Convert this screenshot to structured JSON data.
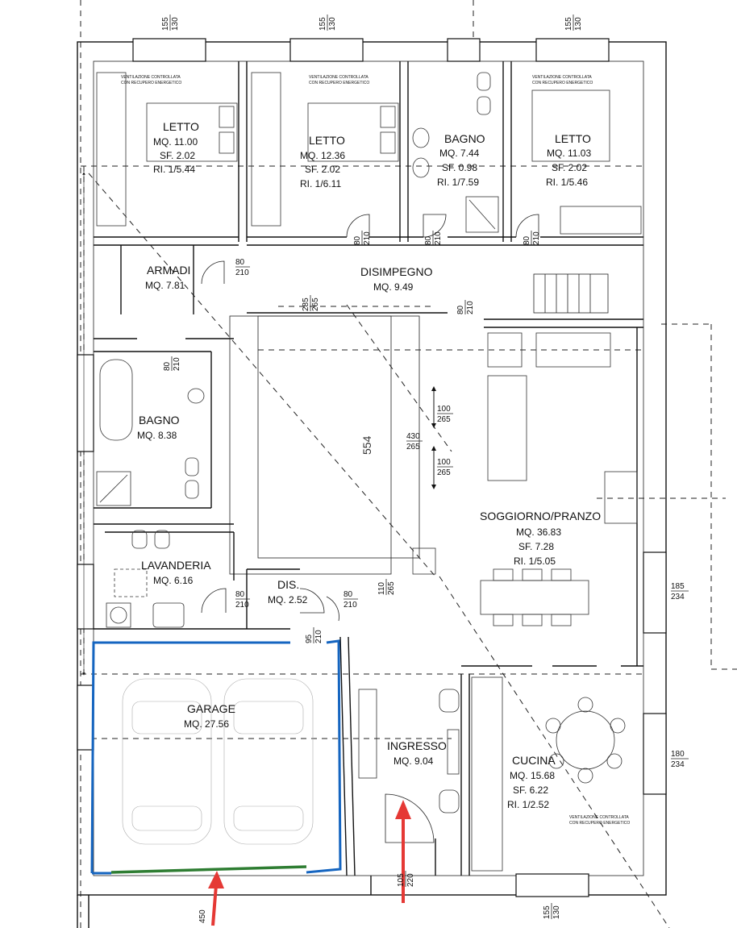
{
  "rooms": {
    "letto1": {
      "name": "LETTO",
      "mq": "MQ. 11.00",
      "sf": "SF. 2.02",
      "ri": "RI. 1/5.44"
    },
    "letto2": {
      "name": "LETTO",
      "mq": "MQ. 12.36",
      "sf": "SF. 2.02",
      "ri": "RI. 1/6.11"
    },
    "bagno1": {
      "name": "BAGNO",
      "mq": "MQ. 7.44",
      "sf": "SF. 0.98",
      "ri": "RI. 1/7.59"
    },
    "letto3": {
      "name": "LETTO",
      "mq": "MQ. 11.03",
      "sf": "SF. 2.02",
      "ri": "RI. 1/5.46"
    },
    "armadi": {
      "name": "ARMADI",
      "mq": "MQ. 7.81"
    },
    "disimpegno": {
      "name": "DISIMPEGNO",
      "mq": "MQ. 9.49"
    },
    "bagno2": {
      "name": "BAGNO",
      "mq": "MQ. 8.38"
    },
    "soggiorno": {
      "name": "SOGGIORNO/PRANZO",
      "mq": "MQ. 36.83",
      "sf": "SF. 7.28",
      "ri": "RI. 1/5.05"
    },
    "lavanderia": {
      "name": "LAVANDERIA",
      "mq": "MQ. 6.16"
    },
    "dis": {
      "name": "DIS.",
      "mq": "MQ. 2.52"
    },
    "garage": {
      "name": "GARAGE",
      "mq": "MQ. 27.56"
    },
    "ingresso": {
      "name": "INGRESSO",
      "mq": "MQ. 9.04"
    },
    "cucina": {
      "name": "CUCINA",
      "mq": "MQ. 15.68",
      "sf": "SF. 6.22",
      "ri": "RI. 1/2.52"
    }
  },
  "dimensions": {
    "win_top_top": "155",
    "win_top_bottom": "130",
    "door_80": "80",
    "door_210": "210",
    "opening_285": "285",
    "opening_265": "265",
    "slide_100": "100",
    "opening_430": "430",
    "opening_110": "110",
    "door_95": "95",
    "entrance_105": "105",
    "entrance_220": "220",
    "garage_450": "450",
    "win_185": "185",
    "win_180": "180",
    "win_234": "234",
    "patio_554": "554"
  },
  "notes": {
    "ventilation_line1": "VENTILAZIONE CONTROLLATA",
    "ventilation_line2": "CON RECUPERO ENERGETICO"
  },
  "colors": {
    "garage_outline": "#1565c0",
    "garage_door": "#2e7d32",
    "entry_arrow": "#e53935"
  }
}
